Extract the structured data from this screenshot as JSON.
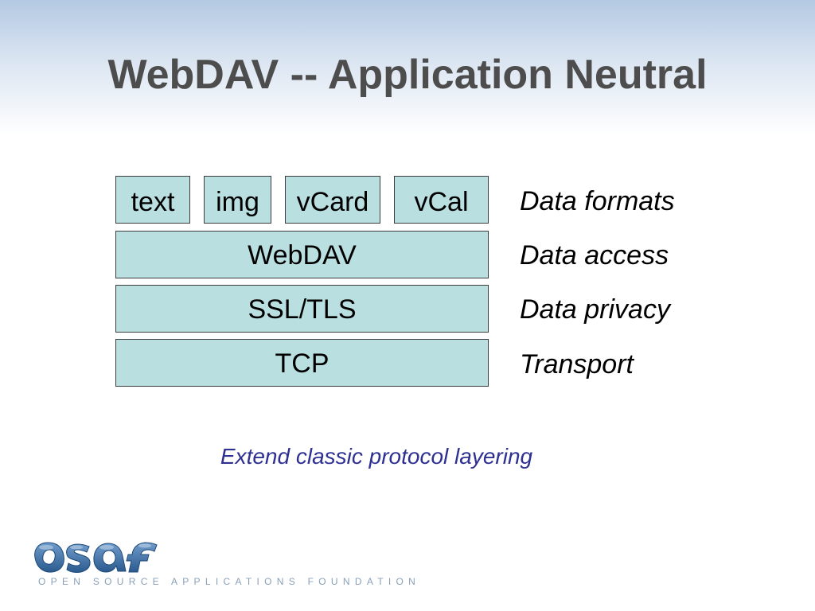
{
  "title": "WebDAV -- Application Neutral",
  "formats": [
    "text",
    "img",
    "vCard",
    "vCal"
  ],
  "layers": [
    "WebDAV",
    "SSL/TLS",
    "TCP"
  ],
  "row_labels": [
    "Data formats",
    "Data access",
    "Data privacy",
    "Transport"
  ],
  "caption": "Extend classic protocol layering",
  "logo": {
    "mark": "OSAF",
    "name": "OPEN SOURCE APPLICATIONS FOUNDATION",
    "color": "#3d6a9c"
  },
  "colors": {
    "box_fill": "#badfe1",
    "box_border": "#3c3c3c",
    "title": "#4d4d4d",
    "caption": "#2e3192"
  }
}
